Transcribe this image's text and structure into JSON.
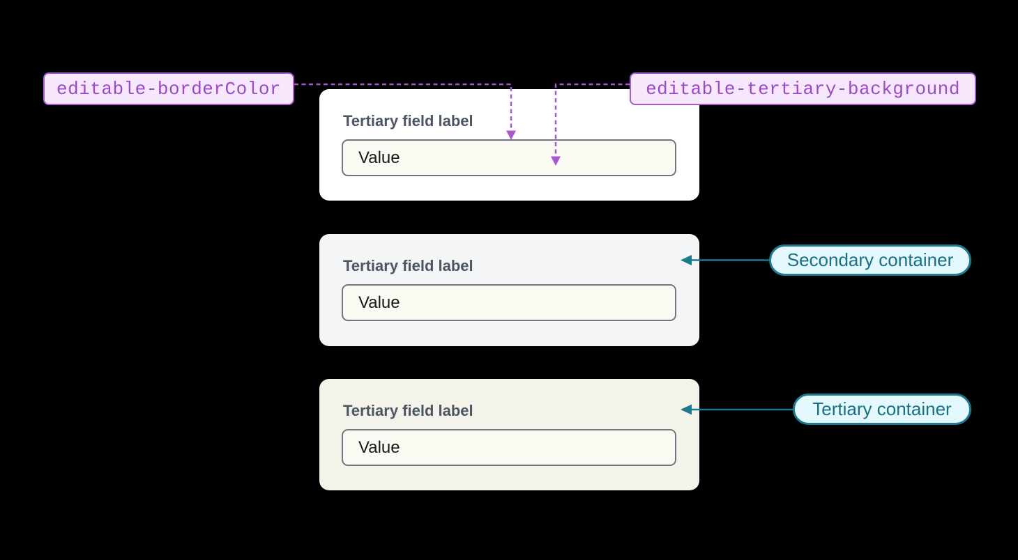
{
  "diagram": {
    "token_labels": [
      {
        "text": "editable-borderColor",
        "points_to": "field border"
      },
      {
        "text": "editable-tertiary-background",
        "points_to": "field background"
      }
    ],
    "container_labels": [
      {
        "text": "Secondary container"
      },
      {
        "text": "Tertiary container"
      }
    ],
    "cards": [
      {
        "variant": "default",
        "field_label": "Tertiary field label",
        "field_value": "Value"
      },
      {
        "variant": "secondary",
        "field_label": "Tertiary field label",
        "field_value": "Value"
      },
      {
        "variant": "tertiary",
        "field_label": "Tertiary field label",
        "field_value": "Value"
      }
    ],
    "colors": {
      "page_background": "#000000",
      "token_text": "#9b49c8",
      "token_border": "#a55bcd",
      "token_background": "#f6e7fc",
      "token_connector": "#a55bcd",
      "annotation_text": "#1b6f83",
      "annotation_border": "#20798c",
      "annotation_background": "#e4f9fd",
      "annotation_connector": "#1c7a8e",
      "card_default_background": "#ffffff",
      "card_secondary_background": "#f3f5f7",
      "card_tertiary_background": "#f4f3ea",
      "field_background": "#faf9f2",
      "field_border": "#6e7680",
      "field_label_text": "#4b5563",
      "field_value_text": "#15181c"
    }
  }
}
